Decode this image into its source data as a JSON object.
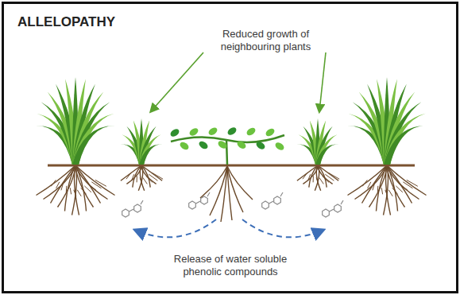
{
  "diagram": {
    "title": "ALLELOPATHY",
    "labels": [
      "Reduced growth of neighbouring plants",
      "Release of water soluble phenolic compounds"
    ]
  }
}
